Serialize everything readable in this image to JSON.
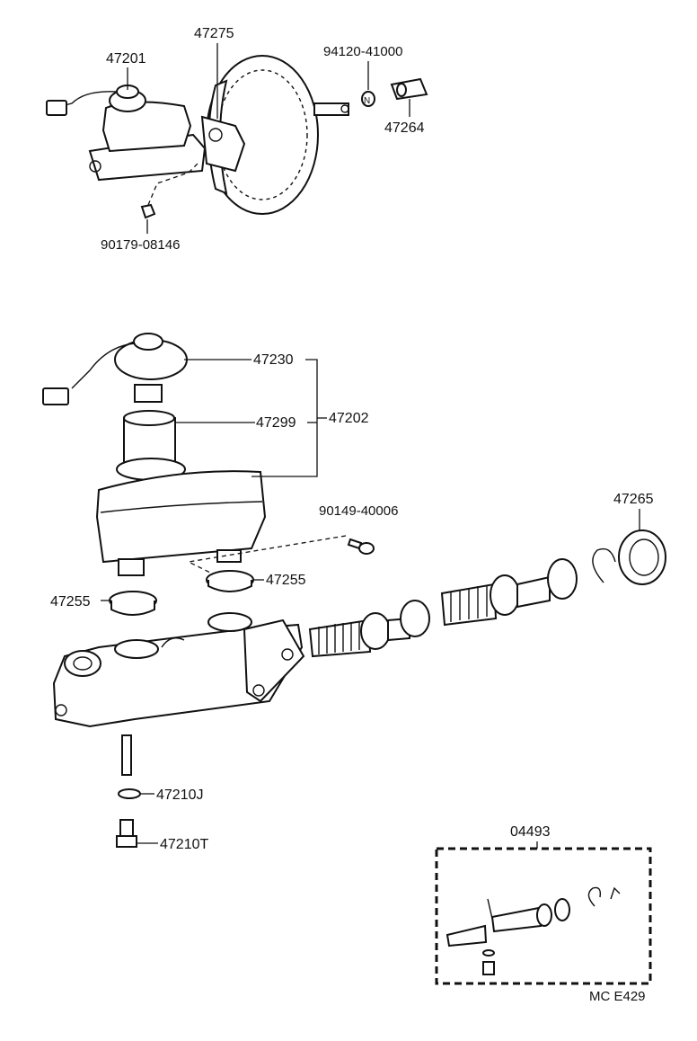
{
  "parts": {
    "p47201": "47201",
    "p47275": "47275",
    "p94120": "94120-41000",
    "p47264": "47264",
    "p90179": "90179-08146",
    "p47230": "47230",
    "p47299": "47299",
    "p47202": "47202",
    "p90149": "90149-40006",
    "p47265": "47265",
    "p47255a": "47255",
    "p47255b": "47255",
    "p47210J": "47210J",
    "p47210T": "47210T",
    "p04493": "04493"
  },
  "marker_n": "N",
  "figure_code": "MC E429",
  "icons": [
    "master-cylinder",
    "brake-booster",
    "reservoir",
    "reservoir-cap",
    "piston-assembly",
    "snap-ring",
    "grommet",
    "bleeder-plug",
    "repair-kit"
  ]
}
